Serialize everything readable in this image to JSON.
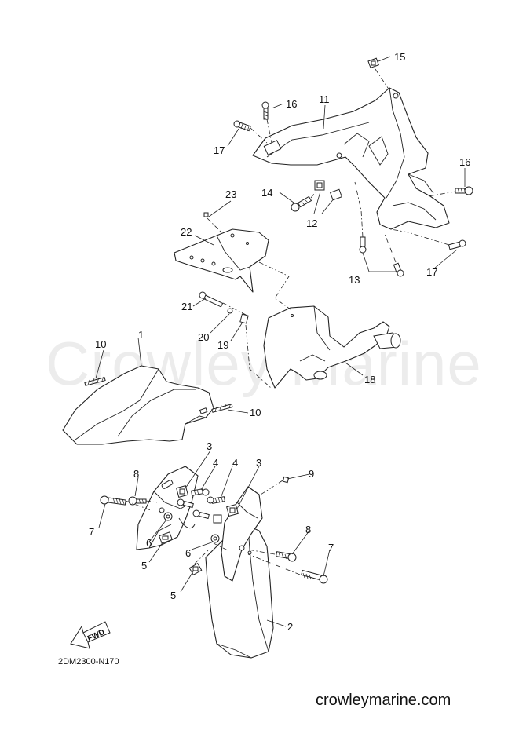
{
  "watermark": "Crowley Marine",
  "drawing_code": "2DM2300-N170",
  "site_url": "crowleymarine.com",
  "fwd_label": "FWD",
  "callouts": [
    "1",
    "2",
    "3",
    "3",
    "4",
    "4",
    "5",
    "5",
    "6",
    "6",
    "7",
    "7",
    "8",
    "8",
    "9",
    "10",
    "10",
    "11",
    "12",
    "13",
    "14",
    "15",
    "16",
    "16",
    "17",
    "17",
    "18",
    "19",
    "20",
    "21",
    "22",
    "23"
  ]
}
